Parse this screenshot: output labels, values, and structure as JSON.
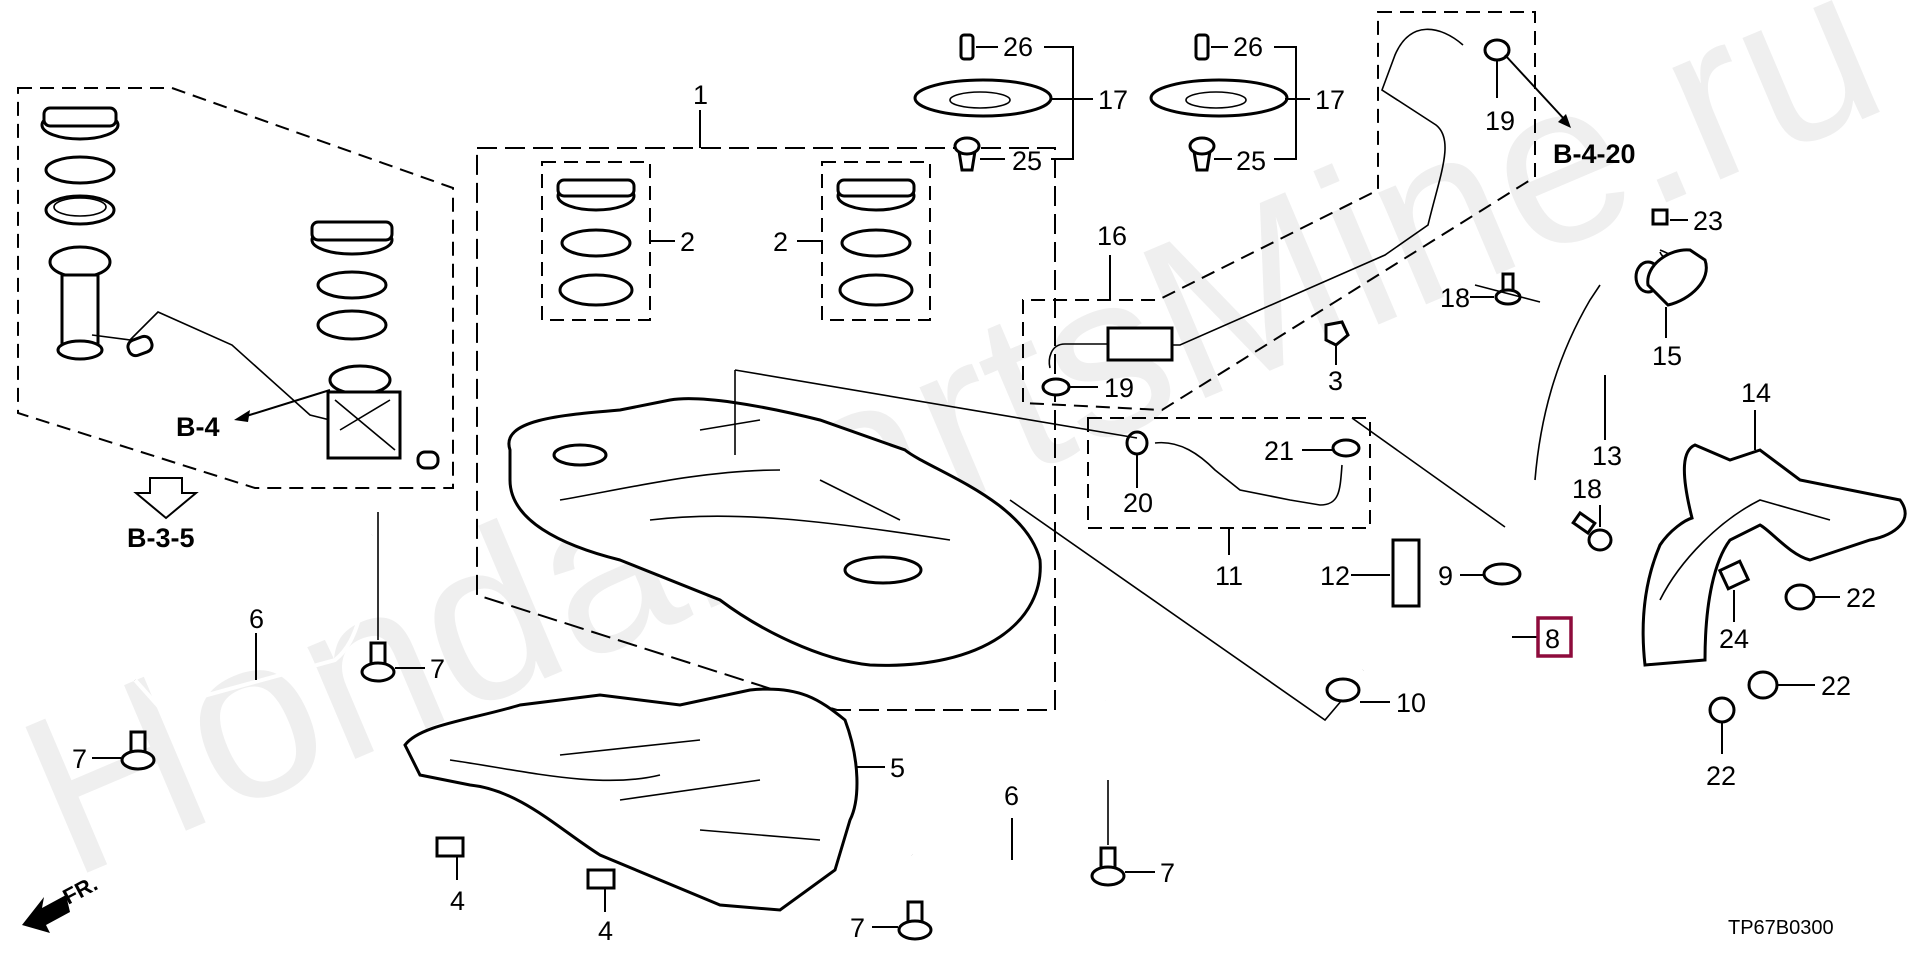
{
  "diagram": {
    "title": "Fuel Tank Parts Diagram",
    "diagram_code": "TP67B0300",
    "watermark": "HondaPartsMine.ru",
    "front_indicator": "FR.",
    "highlight_color": "#8E0B3C",
    "highlighted_part": "8",
    "references": [
      {
        "id": "ref-b4",
        "text": "B-4"
      },
      {
        "id": "ref-b35",
        "text": "B-3-5"
      },
      {
        "id": "ref-b420",
        "text": "B-4-20"
      }
    ],
    "callouts": [
      {
        "id": "c1",
        "text": "1"
      },
      {
        "id": "c2a",
        "text": "2"
      },
      {
        "id": "c2b",
        "text": "2"
      },
      {
        "id": "c3",
        "text": "3"
      },
      {
        "id": "c4a",
        "text": "4"
      },
      {
        "id": "c4b",
        "text": "4"
      },
      {
        "id": "c5",
        "text": "5"
      },
      {
        "id": "c6a",
        "text": "6"
      },
      {
        "id": "c6b",
        "text": "6"
      },
      {
        "id": "c7a",
        "text": "7"
      },
      {
        "id": "c7b",
        "text": "7"
      },
      {
        "id": "c7c",
        "text": "7"
      },
      {
        "id": "c7d",
        "text": "7"
      },
      {
        "id": "c8",
        "text": "8"
      },
      {
        "id": "c9",
        "text": "9"
      },
      {
        "id": "c10",
        "text": "10"
      },
      {
        "id": "c11",
        "text": "11"
      },
      {
        "id": "c12",
        "text": "12"
      },
      {
        "id": "c13",
        "text": "13"
      },
      {
        "id": "c14",
        "text": "14"
      },
      {
        "id": "c15",
        "text": "15"
      },
      {
        "id": "c16",
        "text": "16"
      },
      {
        "id": "c17a",
        "text": "17"
      },
      {
        "id": "c17b",
        "text": "17"
      },
      {
        "id": "c18a",
        "text": "18"
      },
      {
        "id": "c18b",
        "text": "18"
      },
      {
        "id": "c19a",
        "text": "19"
      },
      {
        "id": "c19b",
        "text": "19"
      },
      {
        "id": "c20",
        "text": "20"
      },
      {
        "id": "c21",
        "text": "21"
      },
      {
        "id": "c22a",
        "text": "22"
      },
      {
        "id": "c22b",
        "text": "22"
      },
      {
        "id": "c22c",
        "text": "22"
      },
      {
        "id": "c23",
        "text": "23"
      },
      {
        "id": "c24",
        "text": "24"
      },
      {
        "id": "c25a",
        "text": "25"
      },
      {
        "id": "c25b",
        "text": "25"
      },
      {
        "id": "c26a",
        "text": "26"
      },
      {
        "id": "c26b",
        "text": "26"
      }
    ]
  }
}
